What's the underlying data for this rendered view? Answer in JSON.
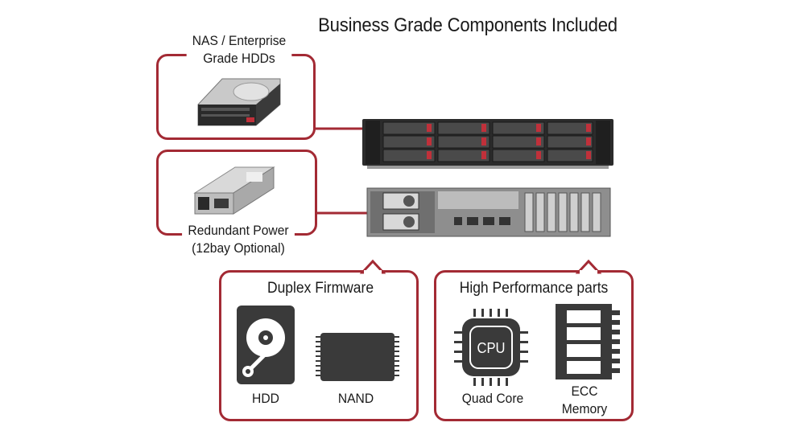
{
  "title": "Business Grade Components Included",
  "callouts": {
    "hdd": {
      "line1": "NAS / Enterprise",
      "line2": "Grade HDDs"
    },
    "power": {
      "line1": "Redundant Power",
      "line2": "(12bay Optional)"
    }
  },
  "firmware": {
    "heading": "Duplex Firmware",
    "hdd_label": "HDD",
    "nand_label": "NAND"
  },
  "performance": {
    "heading": "High Performance parts",
    "cpu_chip_text": "CPU",
    "cpu_label": "Quad Core",
    "memory_line1": "ECC",
    "memory_line2": "Memory"
  },
  "colors": {
    "accent": "#a32a34",
    "icon_dark": "#3a3a3a",
    "chassis": "#2b2b2b"
  },
  "icons": [
    "hard-drive-photo",
    "power-supply-photo",
    "nas-front-photo",
    "nas-rear-photo",
    "hdd-icon",
    "nand-chip-icon",
    "cpu-chip-icon",
    "memory-module-icon"
  ]
}
